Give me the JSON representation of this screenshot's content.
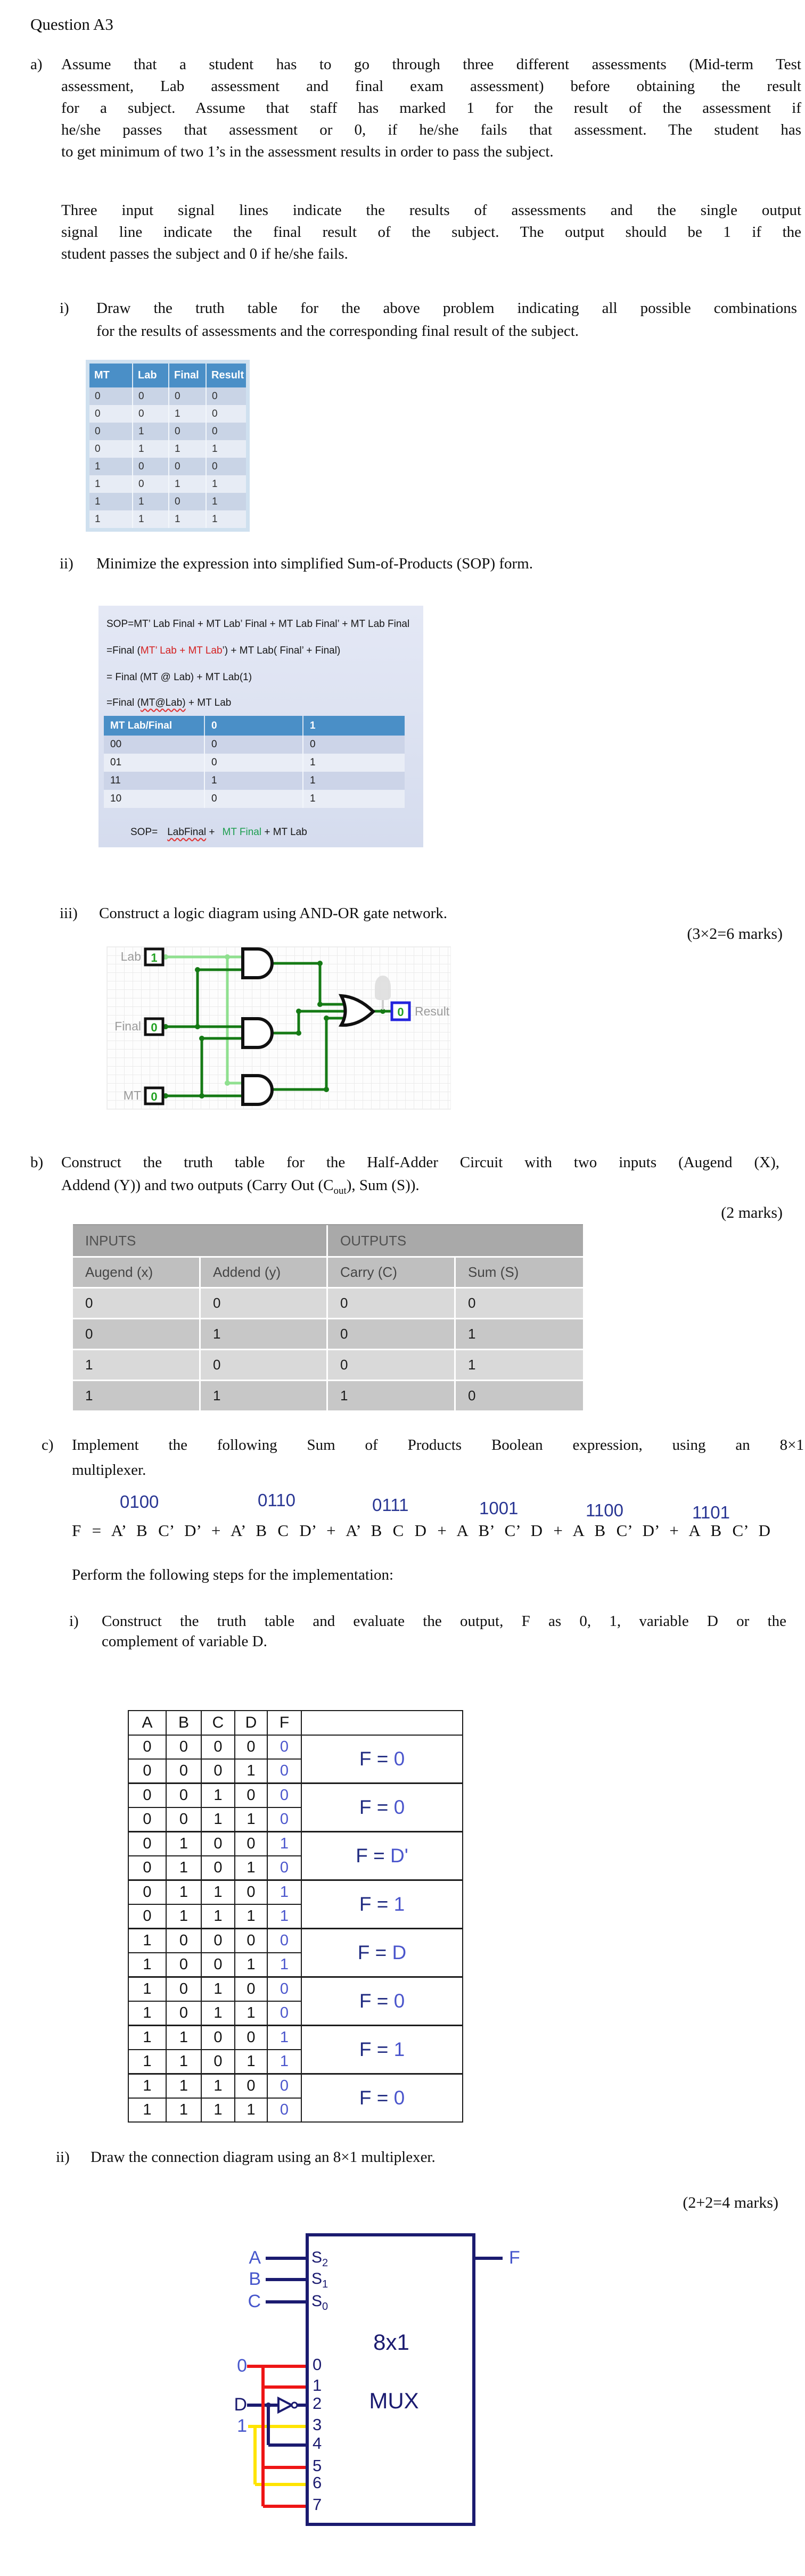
{
  "title": "Question A3",
  "colors": {
    "table_header_blue": "#4a8fc7",
    "row_dark_blue": "#c9d4e6",
    "row_light_blue": "#e7ecf5",
    "red_text": "#d42020",
    "green_text": "#1e9e50",
    "cyan_text": "#35aee0",
    "wire_dark_green": "#157a15",
    "wire_light_green": "#8fe08f",
    "result_box_blue": "#2323dd",
    "mux_navy": "#1b1b70",
    "mux_label_blue": "#4656cc",
    "wire_red": "#ee1515",
    "wire_yellow": "#ffe400",
    "gray_header": "#a9a9a9"
  },
  "part_a": {
    "label": "a)",
    "para1": [
      "Assume that a student has to go through three different assessments (Mid-term Test",
      "assessment, Lab assessment and final exam assessment) before obtaining the result",
      "for a subject. Assume that staff has marked 1 for the result of the assessment if",
      "he/she passes that assessment or 0, if he/she fails that assessment. The student has",
      "to get minimum of two 1’s in the assessment results in order to pass the subject."
    ],
    "para2": [
      "Three input signal lines indicate the results of assessments and the single output",
      "signal line indicate the final result of the subject. The output should be 1 if the",
      "student passes the subject and 0 if he/she fails."
    ],
    "item_i": {
      "label": "i)",
      "lines": [
        "Draw the truth table for the above problem indicating all possible combinations",
        "for the results of assessments and the corresponding final result of the subject."
      ]
    },
    "table": {
      "headers": [
        "MT",
        "Lab",
        "Final",
        "Result"
      ],
      "rows": [
        [
          "0",
          "0",
          "0",
          "0"
        ],
        [
          "0",
          "0",
          "1",
          "0"
        ],
        [
          "0",
          "1",
          "0",
          "0"
        ],
        [
          "0",
          "1",
          "1",
          "1"
        ],
        [
          "1",
          "0",
          "0",
          "0"
        ],
        [
          "1",
          "0",
          "1",
          "1"
        ],
        [
          "1",
          "1",
          "0",
          "1"
        ],
        [
          "1",
          "1",
          "1",
          "1"
        ]
      ]
    },
    "item_ii": {
      "label": "ii)",
      "text": "Minimize the expression into simplified Sum-of-Products (SOP) form."
    },
    "sop": {
      "line1": "SOP=MT’ Lab Final +  MT Lab’ Final + MT Lab Final’ + MT Lab Final",
      "line2_pre": "=Final (",
      "line2_red": "MT’ Lab + MT Lab",
      "line2_post": "’)  + MT Lab( Final’ +  Final)",
      "line3": "= Final (MT @ Lab)  + MT Lab(1)",
      "line4_pre": "=Final (",
      "line4_wavy": "MT@Lab)",
      "line4_post": " + MT Lab",
      "kmap": {
        "headers": [
          "MT Lab/Final",
          "0",
          "1"
        ],
        "rows": [
          {
            "label": "00",
            "cells": [
              {
                "t": "0",
                "k": ""
              },
              {
                "t": "0",
                "k": ""
              }
            ]
          },
          {
            "label": "01",
            "cells": [
              {
                "t": "0",
                "k": ""
              },
              {
                "t": "1",
                "k": "red"
              }
            ]
          },
          {
            "label": "11",
            "cells": [
              {
                "t": "1",
                "k": "cyan"
              },
              {
                "t": "1",
                "k": "cyan"
              }
            ]
          },
          {
            "label": "10",
            "cells": [
              {
                "t": "0",
                "k": ""
              },
              {
                "t": "1",
                "k": "green"
              }
            ]
          }
        ]
      },
      "result": {
        "prefix": "SOP=",
        "term1": "LabFinal",
        "plus1": "+",
        "term2": "MT Final",
        "rest": "+ MT Lab"
      }
    },
    "item_iii": {
      "label": "iii)",
      "text": "Construct a logic diagram using AND-OR gate network.",
      "marks": "(3×2=6 marks)"
    },
    "diagram": {
      "inputs": [
        {
          "label": "Lab",
          "value": "1"
        },
        {
          "label": "Final",
          "value": "0"
        },
        {
          "label": "MT",
          "value": "0"
        }
      ],
      "output": {
        "label": "Result",
        "value": "0"
      }
    }
  },
  "part_b": {
    "label": "b)",
    "line1": "Construct the truth table for the Half-Adder Circuit with two inputs (Augend (X),",
    "line2_pre": "Addend (Y)) and two outputs (Carry Out (C",
    "line2_sub": "out",
    "line2_post": "), Sum (S)).",
    "marks": "(2 marks)",
    "table": {
      "groups": [
        "INPUTS",
        "OUTPUTS"
      ],
      "headers": [
        "Augend (x)",
        "Addend (y)",
        "Carry (C)",
        "Sum (S)"
      ],
      "rows": [
        [
          "0",
          "0",
          "0",
          "0"
        ],
        [
          "0",
          "1",
          "0",
          "1"
        ],
        [
          "1",
          "0",
          "0",
          "1"
        ],
        [
          "1",
          "1",
          "1",
          "0"
        ]
      ]
    }
  },
  "part_c": {
    "label": "c)",
    "line1": "Implement the following Sum of Products Boolean expression, using an 8×1",
    "line2": "multiplexer.",
    "minterms": [
      "0100",
      "0110",
      "0111",
      "1001",
      "1100",
      "1101"
    ],
    "expression": "F = A’ B C’ D’  +  A’ B C D’ + A’ B C D + A B’ C’ D + A B C’ D’ + A B C’ D",
    "perform": "Perform the following steps for the implementation:",
    "item_i": {
      "label": "i)",
      "lines": [
        "Construct the truth table and evaluate the output, F as 0, 1, variable D or the",
        "complement of variable D."
      ]
    },
    "table": {
      "headers": [
        "A",
        "B",
        "C",
        "D",
        "F"
      ],
      "rows": [
        [
          "0",
          "0",
          "0",
          "0",
          "0"
        ],
        [
          "0",
          "0",
          "0",
          "1",
          "0"
        ],
        [
          "0",
          "0",
          "1",
          "0",
          "0"
        ],
        [
          "0",
          "0",
          "1",
          "1",
          "0"
        ],
        [
          "0",
          "1",
          "0",
          "0",
          "1"
        ],
        [
          "0",
          "1",
          "0",
          "1",
          "0"
        ],
        [
          "0",
          "1",
          "1",
          "0",
          "1"
        ],
        [
          "0",
          "1",
          "1",
          "1",
          "1"
        ],
        [
          "1",
          "0",
          "0",
          "0",
          "0"
        ],
        [
          "1",
          "0",
          "0",
          "1",
          "1"
        ],
        [
          "1",
          "0",
          "1",
          "0",
          "0"
        ],
        [
          "1",
          "0",
          "1",
          "1",
          "0"
        ],
        [
          "1",
          "1",
          "0",
          "0",
          "1"
        ],
        [
          "1",
          "1",
          "0",
          "1",
          "1"
        ],
        [
          "1",
          "1",
          "1",
          "0",
          "0"
        ],
        [
          "1",
          "1",
          "1",
          "1",
          "0"
        ]
      ],
      "annotations": [
        {
          "prefix": "F = ",
          "value": "0"
        },
        {
          "prefix": "F = ",
          "value": "0"
        },
        {
          "prefix": "F = ",
          "value": "D'"
        },
        {
          "prefix": "F = ",
          "value": "1"
        },
        {
          "prefix": "F = ",
          "value": "D"
        },
        {
          "prefix": "F = ",
          "value": "0"
        },
        {
          "prefix": "F = ",
          "value": "1"
        },
        {
          "prefix": "F = ",
          "value": "0"
        }
      ]
    },
    "item_ii": {
      "label": "ii)",
      "text": "Draw the connection diagram using an 8×1 multiplexer.",
      "marks": "(2+2=4 marks)"
    },
    "mux": {
      "selects": [
        {
          "input": "A",
          "pin": "S",
          "sub": "2"
        },
        {
          "input": "B",
          "pin": "S",
          "sub": "1"
        },
        {
          "input": "C",
          "pin": "S",
          "sub": "0"
        }
      ],
      "output": "F",
      "title1": "8x1",
      "title2": "MUX",
      "const0": "0",
      "d_label": "D",
      "const1": "1",
      "pins": [
        "0",
        "1",
        "2",
        "3",
        "4",
        "5",
        "6",
        "7"
      ]
    }
  }
}
